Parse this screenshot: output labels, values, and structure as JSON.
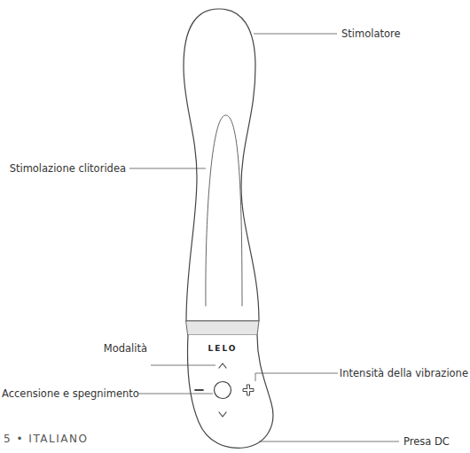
{
  "diagram": {
    "labels": [
      "Stimolatore",
      "Stimolazione clitoridea",
      "LELO",
      "Modalità",
      "Intensità della vibrazione",
      "Accensione e spegnimento",
      "Presa DC",
      "5 • ITALIANO"
    ]
  }
}
